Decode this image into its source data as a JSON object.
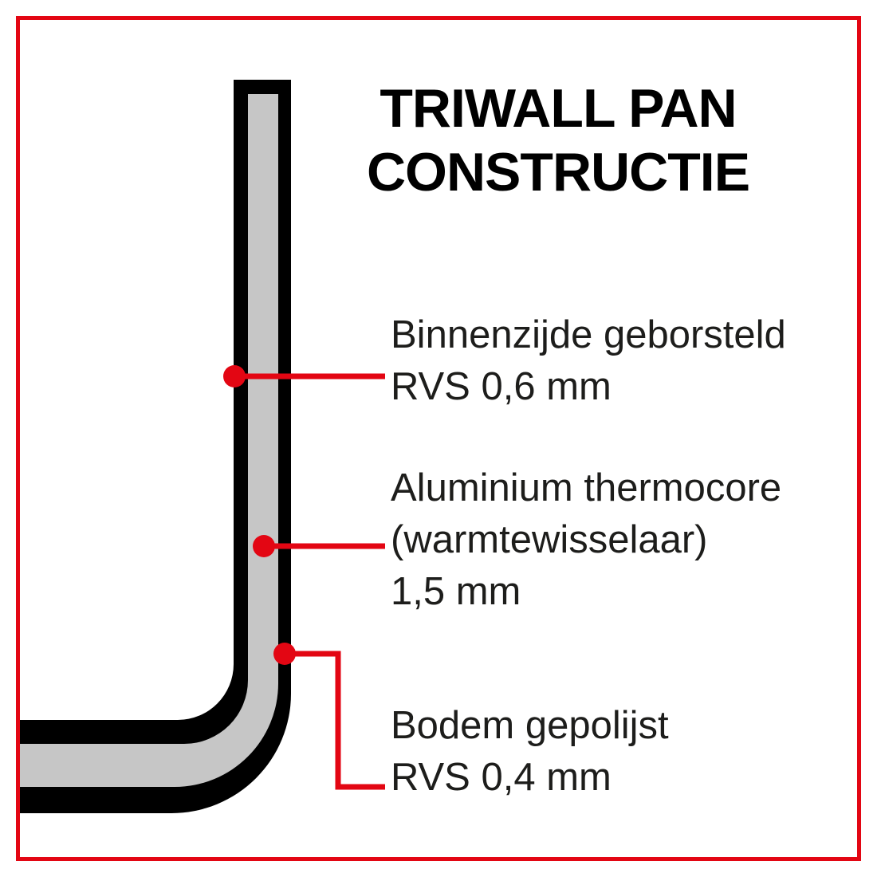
{
  "title": {
    "line1": "TRIWALL PAN",
    "line2": "CONSTRUCTIE"
  },
  "callouts": [
    {
      "lines": [
        "Binnenzijde geborsteld",
        "RVS 0,6 mm"
      ]
    },
    {
      "lines": [
        "Aluminium thermocore",
        "(warmtewisselaar)",
        "1,5 mm"
      ]
    },
    {
      "lines": [
        "Bodem gepolijst",
        "RVS 0,4 mm"
      ]
    }
  ],
  "colors": {
    "red": "#e30613",
    "black": "#000000",
    "aluminium_gray": "#c6c6c6",
    "background": "#ffffff"
  }
}
